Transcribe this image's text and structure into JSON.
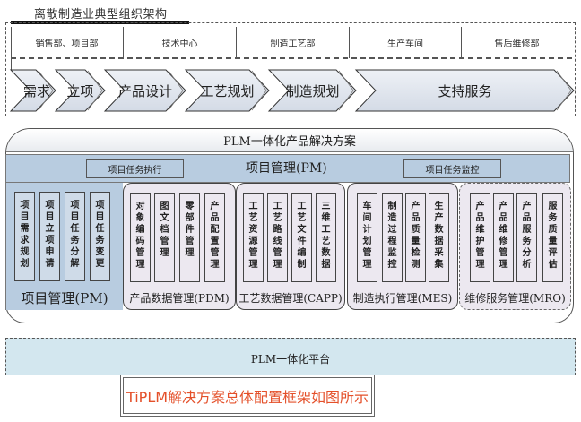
{
  "org": {
    "title": "离散制造业典型组织架构",
    "departments": [
      "销售部、项目部",
      "技术中心",
      "制造工艺部",
      "生产车间",
      "售后维修部"
    ],
    "process_steps": [
      "需求",
      "立项",
      "产品设计",
      "工艺规划",
      "制造规划",
      "支持服务"
    ]
  },
  "plm": {
    "title": "PLM一体化产品解决方案",
    "pm_bar": {
      "title": "项目管理(PM)",
      "task_exec": "项目任务执行",
      "task_monitor": "项目任务监控"
    },
    "modules": [
      {
        "label": "项目管理(PM)",
        "items": [
          "项目需求规划",
          "项目立项申请",
          "项目任务分解",
          "项目任务变更"
        ]
      },
      {
        "label": "产品数据管理(PDM)",
        "items": [
          "对象编码管理",
          "图文档管理",
          "零部件管理",
          "产品配置管理"
        ]
      },
      {
        "label": "工艺数据管理(CAPP)",
        "items": [
          "工艺资源管理",
          "工艺路线管理",
          "工艺文件编制",
          "三维工艺数据"
        ]
      },
      {
        "label": "制造执行管理(MES)",
        "items": [
          "车间计划管理",
          "制造过程监控",
          "产品质量检测",
          "生产数据采集"
        ]
      },
      {
        "label": "维修服务管理(MRO)",
        "items": [
          "产品维护管理",
          "产品维修管理",
          "产品服务分析",
          "服务质量评估"
        ]
      }
    ]
  },
  "platform": {
    "label": "PLM一体化平台"
  },
  "caption": {
    "text": "TiPLM解决方案总体配置框架如图所示",
    "color": "#e4502a"
  },
  "colors": {
    "pm_blue": "#b8cce0",
    "module_lavender": "#ece8f0",
    "platform_cyan": "#d3e7ef",
    "arrow_fill": "#dfe5ee"
  }
}
